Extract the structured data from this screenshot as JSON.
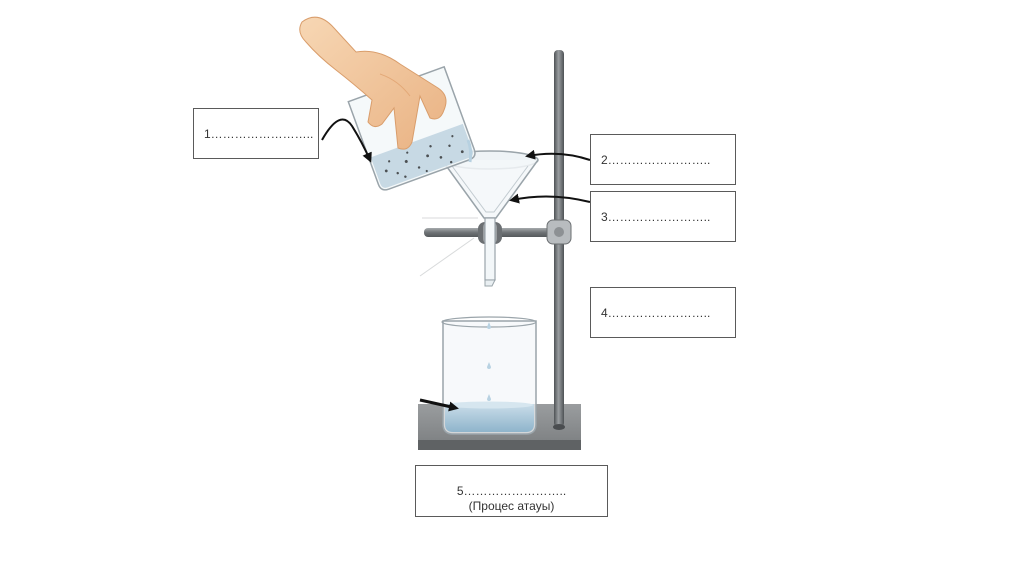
{
  "labels": {
    "l1": "1……………………..",
    "l2": "2……………………..",
    "l3": "3……………………..",
    "l4": "4……………………..",
    "l5": "5……………………..",
    "l5_caption": "(Процес атауы)"
  },
  "colors": {
    "rod": "#6e7275",
    "base": "#8a8d8f",
    "glass_outline": "#9aa4aa",
    "liquid": "#a9c9dc",
    "hand": "#f2c9a0",
    "arrow": "#111111"
  }
}
